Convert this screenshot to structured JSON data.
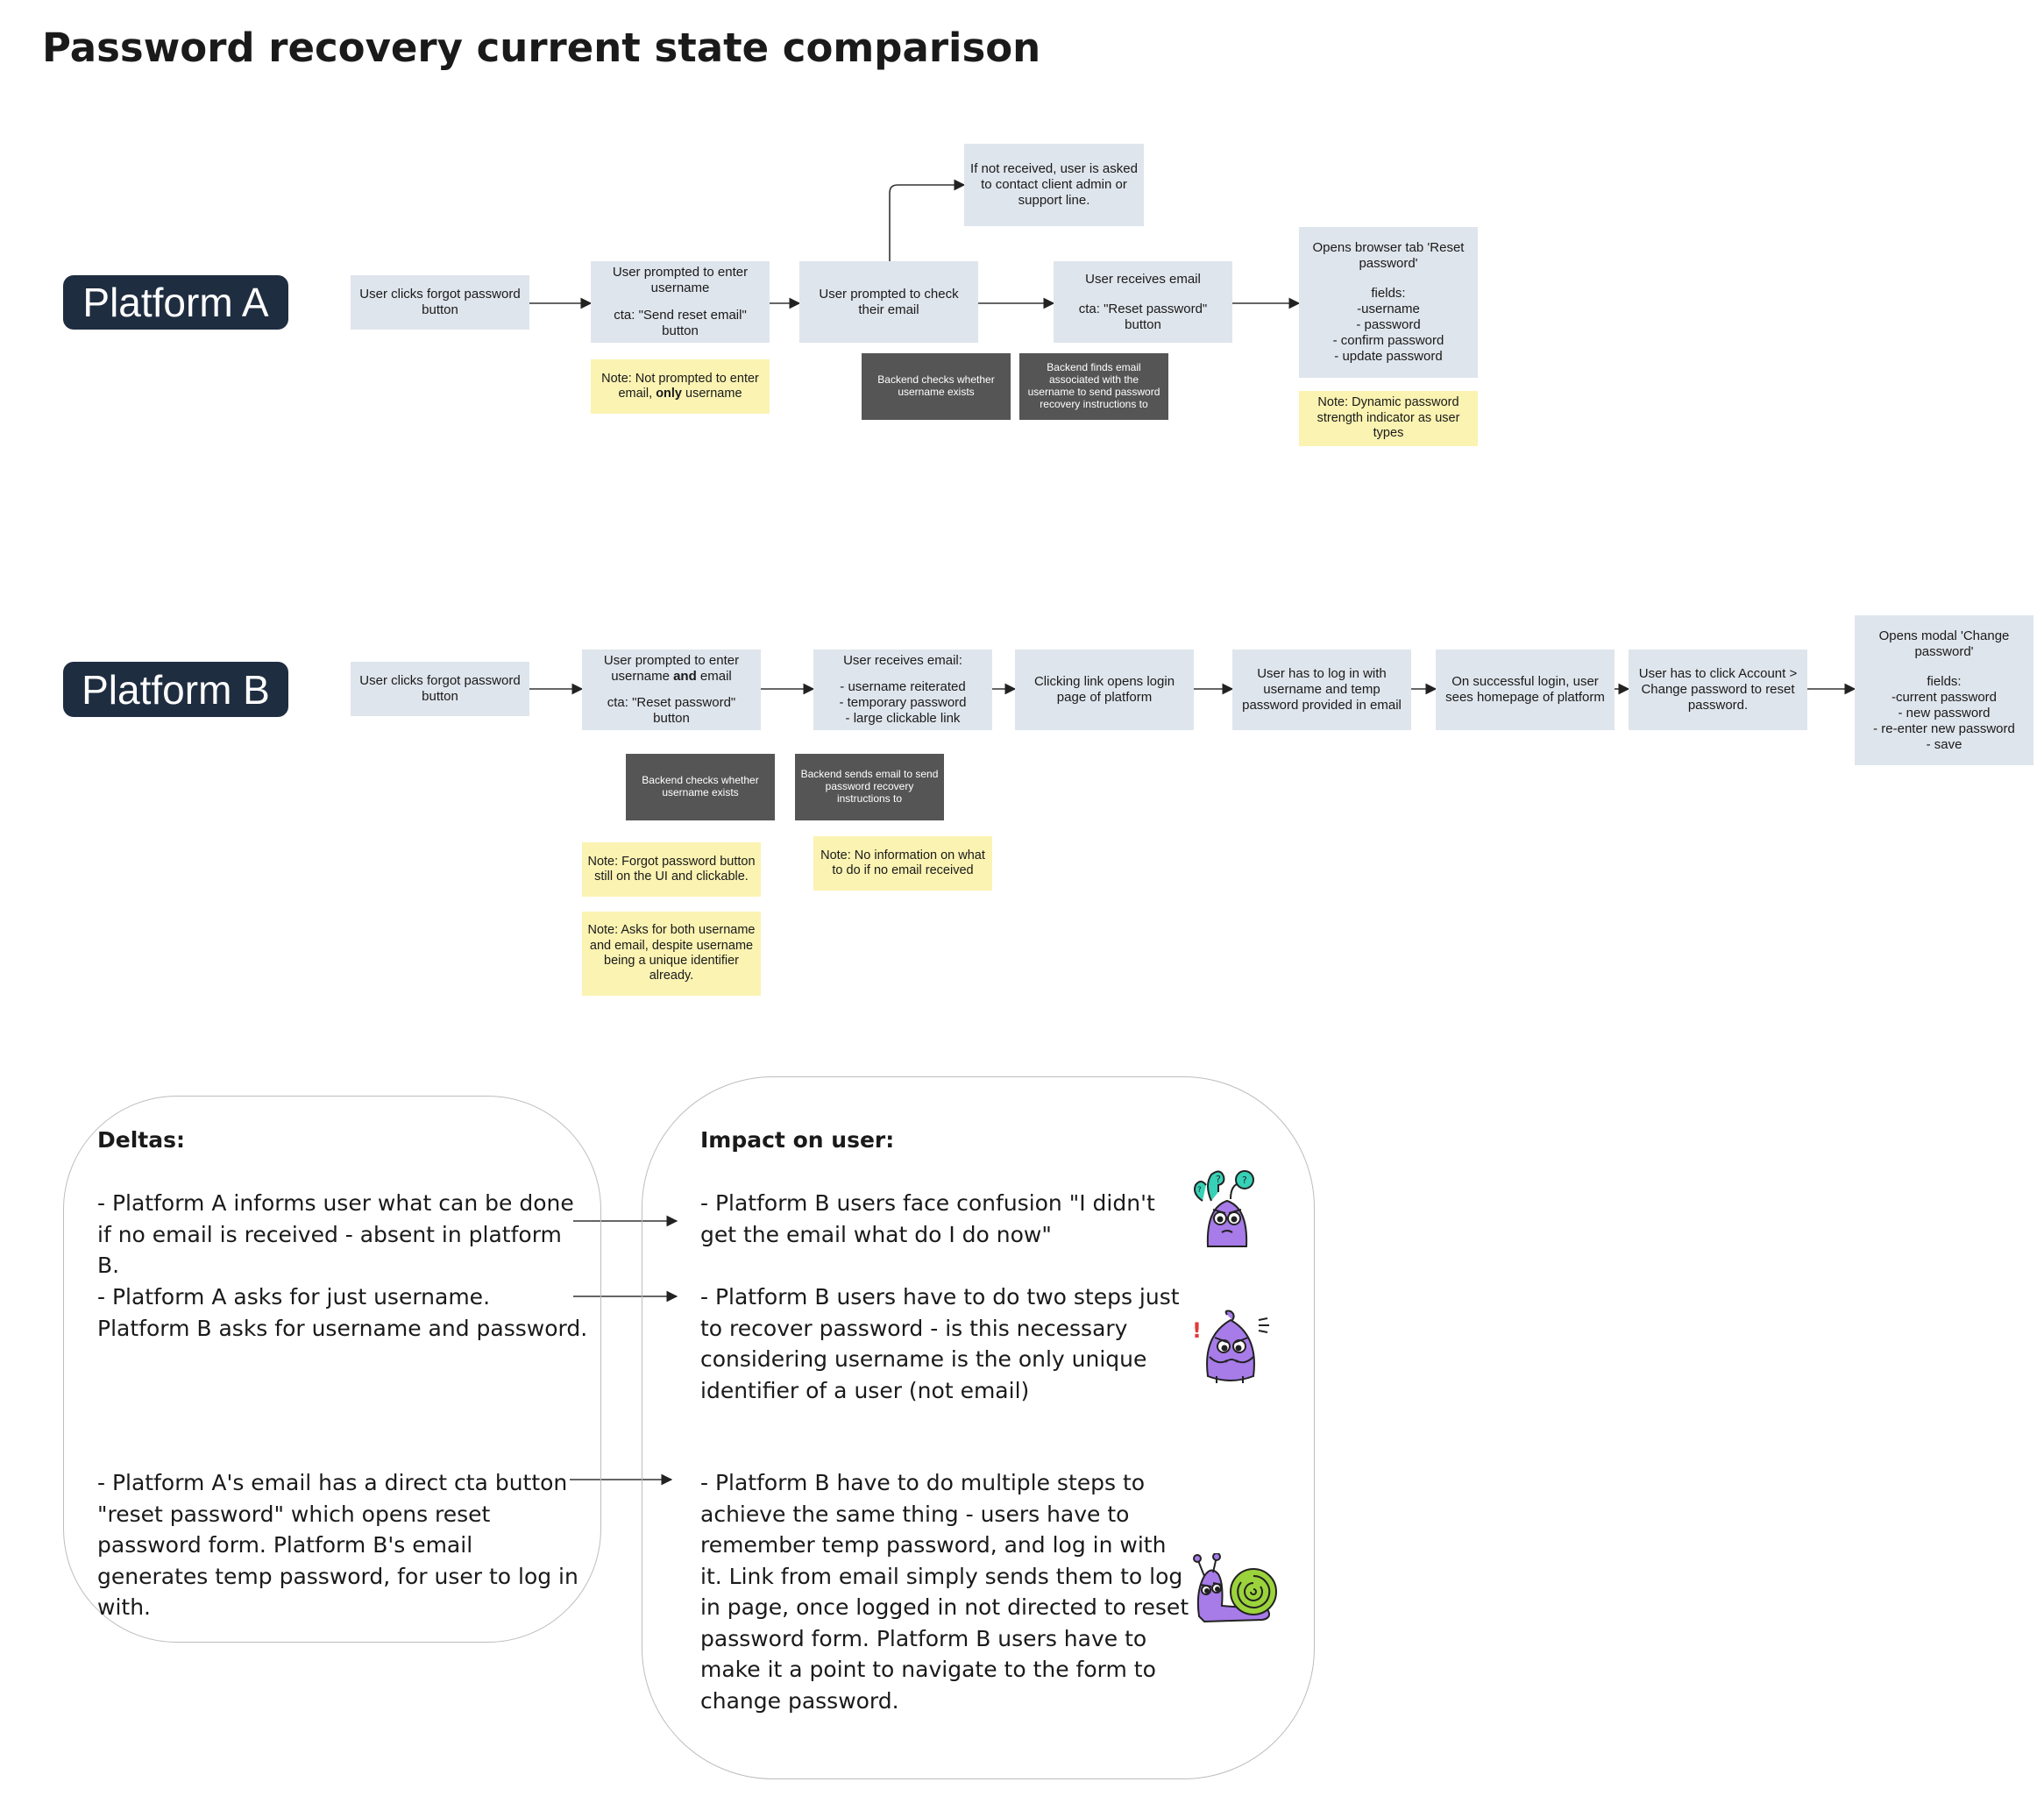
{
  "title": "Password recovery current state comparison",
  "platform_a": {
    "label": "Platform A",
    "step1": "User clicks forgot password button",
    "step2_main": "User prompted to enter username",
    "step2_cta": "cta: \"Send reset email\" button",
    "step3": "User prompted to check their email",
    "step3_branch": "If not received, user is asked to contact client admin or support line.",
    "step4_main": "User receives email",
    "step4_cta": "cta: \"Reset password\" button",
    "step5_title": "Opens browser tab 'Reset password'",
    "step5_fields": "fields:\n-username\n- password\n- confirm password\n- update password",
    "note_pre": "Note: Not prompted to enter email,",
    "note_bold": "only",
    "note_post": "username",
    "backend1": "Backend checks whether username exists",
    "backend2": "Backend finds email associated with the username to send password recovery instructions to",
    "note_strength": "Note: Dynamic password strength indicator as user types"
  },
  "platform_b": {
    "label": "Platform B",
    "step1": "User clicks forgot password button",
    "step2_pre": "User prompted to enter username",
    "step2_bold": "and",
    "step2_post": "email",
    "step2_cta": "cta: \"Reset password\" button",
    "step3_title": "User receives email:",
    "step3_list": "- username reiterated\n- temporary password\n- large clickable link",
    "step4": "Clicking link opens login page of platform",
    "step5": "User has to log in with username and temp password provided in email",
    "step6": "On successful login, user sees homepage of platform",
    "step7": "User has to click Account > Change password to reset password.",
    "step8_title": "Opens modal 'Change password'",
    "step8_fields": "fields:\n-current password\n- new password\n- re-enter new password\n- save",
    "backend1": "Backend checks whether username exists",
    "backend2": "Backend sends email to send password recovery instructions to",
    "note1": "Note: Forgot password button still on the UI and clickable.",
    "note2": "Note: Asks for both username and email, despite username being a unique identifier already.",
    "note3": "Note: No information on what to do if no email received"
  },
  "deltas": {
    "heading": "Deltas:",
    "d1": "- Platform A informs user what can be done if no email is received - absent in platform B.",
    "d2": "- Platform A asks for just username. Platform B asks for username and password.",
    "d3": "- Platform A's email has a direct cta button \"reset password\" which opens reset password form. Platform B's email generates temp password, for user to log in with."
  },
  "impact": {
    "heading": "Impact on user:",
    "i1": "- Platform B users face confusion \"I didn't get the email what do I do now\"",
    "i2": "- Platform B users have to do two steps just to recover password - is this necessary considering username is the only unique identifier of a user (not email)",
    "i3": "- Platform B have to do multiple steps to achieve the same thing - users have to remember temp password, and log in with it. Link from email simply sends them to log in page, once logged in not directed to reset password form. Platform B users have to make it a point to navigate to the form to change password."
  },
  "icons": {
    "confused": "confused-monster-icon",
    "angry": "angry-monster-icon",
    "snail": "snail-icon"
  },
  "colors": {
    "badge": "#1f2d40",
    "step": "#dfe5ec",
    "backend": "#555555",
    "note": "#fbf3b2",
    "monster": "#a77be8",
    "accent_green": "#36d1b6",
    "snail_shell": "#9bd33b"
  }
}
